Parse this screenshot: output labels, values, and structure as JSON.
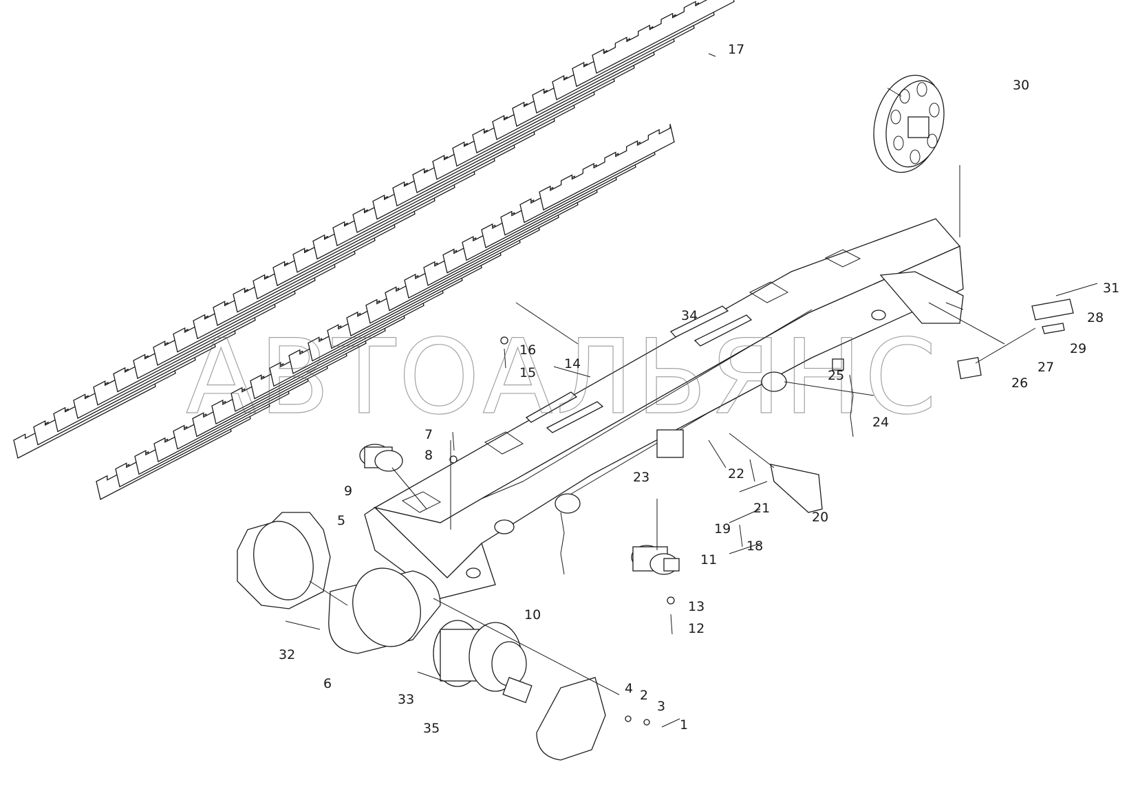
{
  "watermark": "АВТОАЛЬЯНС",
  "callouts": {
    "c1": "1",
    "c2": "2",
    "c3": "3",
    "c4": "4",
    "c5": "5",
    "c6": "6",
    "c7": "7",
    "c8": "8",
    "c9": "9",
    "c10": "10",
    "c11": "11",
    "c12": "12",
    "c13": "13",
    "c14": "14",
    "c15": "15",
    "c16": "16",
    "c17": "17",
    "c18": "18",
    "c19": "19",
    "c20": "20",
    "c21": "21",
    "c22": "22",
    "c23": "23",
    "c24": "24",
    "c25": "25",
    "c26": "26",
    "c27": "27",
    "c28": "28",
    "c29": "29",
    "c30": "30",
    "c31": "31",
    "c32": "32",
    "c33": "33",
    "c34": "34",
    "c35": "35"
  }
}
